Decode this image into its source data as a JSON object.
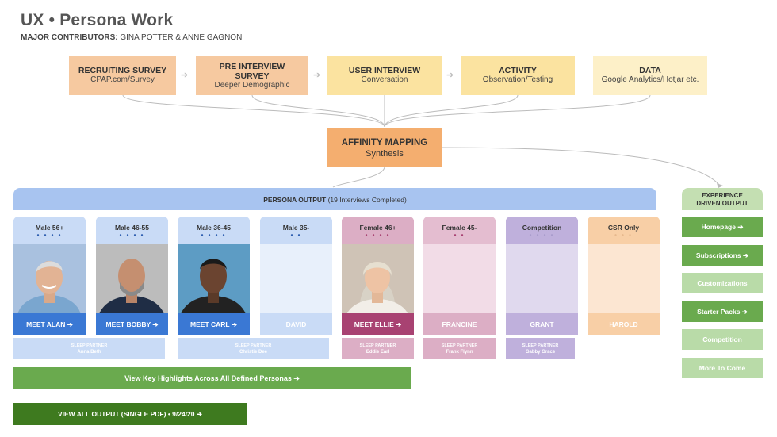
{
  "header": {
    "title": "UX • Persona Work",
    "contributors_label": "MAJOR CONTRIBUTORS:",
    "contributors_names": "GINA POTTER & ANNE GAGNON"
  },
  "sources": [
    {
      "heading": "RECRUITING SURVEY",
      "sub": "CPAP.com/Survey",
      "color": "#f6c9a0"
    },
    {
      "heading": "PRE INTERVIEW SURVEY",
      "sub": "Deeper Demographic",
      "color": "#f6c9a0"
    },
    {
      "heading": "USER INTERVIEW",
      "sub": "Conversation",
      "color": "#fbe3a0"
    },
    {
      "heading": "ACTIVITY",
      "sub": "Observation/Testing",
      "color": "#fbe3a0"
    },
    {
      "heading": "DATA",
      "sub": "Google Analytics/Hotjar etc.",
      "color": "#fdf0c8"
    }
  ],
  "arrow_glyph": "➔",
  "affinity": {
    "heading": "AFFINITY MAPPING",
    "sub": "Synthesis"
  },
  "persona_output": {
    "label": "PERSONA OUTPUT",
    "note": "(19 Interviews Completed)"
  },
  "personas": [
    {
      "segment": "Male 56+",
      "dots": "• • • •",
      "button": "MEET ALAN ➔",
      "head_color": "#c9dbf6",
      "photo_color": "#9fb8d8",
      "btn_color": "#3a78d4",
      "dot_color": "#2f5fb0",
      "has_photo": true
    },
    {
      "segment": "Male 46-55",
      "dots": "• • • •",
      "button": "MEET BOBBY ➔",
      "head_color": "#c9dbf6",
      "photo_color": "#2b3c57",
      "btn_color": "#3a78d4",
      "dot_color": "#2f5fb0",
      "has_photo": true
    },
    {
      "segment": "Male 36-45",
      "dots": "• • • •",
      "button": "MEET CARL ➔",
      "head_color": "#c9dbf6",
      "photo_color": "#4a8fb8",
      "btn_color": "#3a78d4",
      "dot_color": "#2f5fb0",
      "has_photo": true
    },
    {
      "segment": "Male 35-",
      "dots": "• •",
      "button": "DAVID",
      "head_color": "#c9dbf6",
      "photo_color": "#e8f0fb",
      "btn_color": "#c9dbf6",
      "dot_color": "#2f5fb0",
      "has_photo": false
    },
    {
      "segment": "Female 46+",
      "dots": "• • • •",
      "button": "MEET ELLIE ➔",
      "head_color": "#dcaec5",
      "photo_color": "#c9b8a8",
      "btn_color": "#a84272",
      "dot_color": "#a84272",
      "has_photo": true
    },
    {
      "segment": "Female 45-",
      "dots": "• •",
      "button": "FRANCINE",
      "head_color": "#e4bdd0",
      "photo_color": "#f2dce7",
      "btn_color": "#dcaec5",
      "dot_color": "#a84272",
      "has_photo": false
    },
    {
      "segment": "Competition",
      "dots": "• • • •",
      "button": "GRANT",
      "head_color": "#bfb0dc",
      "photo_color": "#e0d9ee",
      "btn_color": "#bfb0dc",
      "dot_color": "#a99ccc",
      "has_photo": false
    },
    {
      "segment": "CSR Only",
      "dots": "• • •",
      "button": "HAROLD",
      "head_color": "#f8cfa6",
      "photo_color": "#fce6d2",
      "btn_color": "#f8cfa6",
      "dot_color": "#e6b88d",
      "has_photo": false
    }
  ],
  "partners": [
    {
      "label": "SLEEP PARTNER",
      "name": "Anna Beth",
      "color": "#c9dbf6"
    },
    {
      "label": "SLEEP PARTNER",
      "name": "Christie Dee",
      "color": "#c9dbf6"
    },
    {
      "label": "SLEEP PARTNER",
      "name": "Eddie Earl",
      "color": "#dcaec5"
    },
    {
      "label": "SLEEP PARTNER",
      "name": "Frank Flynn",
      "color": "#dcaec5"
    },
    {
      "label": "SLEEP PARTNER",
      "name": "Gabby Grace",
      "color": "#bfb0dc"
    }
  ],
  "highlights_button": "View Key Highlights Across All Defined Personas ➔",
  "view_all_button": "VIEW ALL OUTPUT (SINGLE PDF) • 9/24/20 ➔",
  "experience": {
    "heading_line1": "EXPERIENCE",
    "heading_line2": "DRIVEN OUTPUT",
    "items": [
      {
        "label": "Homepage ➔",
        "color": "#6aaa4e"
      },
      {
        "label": "Subscriptions ➔",
        "color": "#6aaa4e"
      },
      {
        "label": "Customizations",
        "color": "#b9dba8"
      },
      {
        "label": "Starter Packs ➔",
        "color": "#6aaa4e"
      },
      {
        "label": "Competition",
        "color": "#b9dba8"
      },
      {
        "label": "More To Come",
        "color": "#b9dba8"
      }
    ]
  }
}
